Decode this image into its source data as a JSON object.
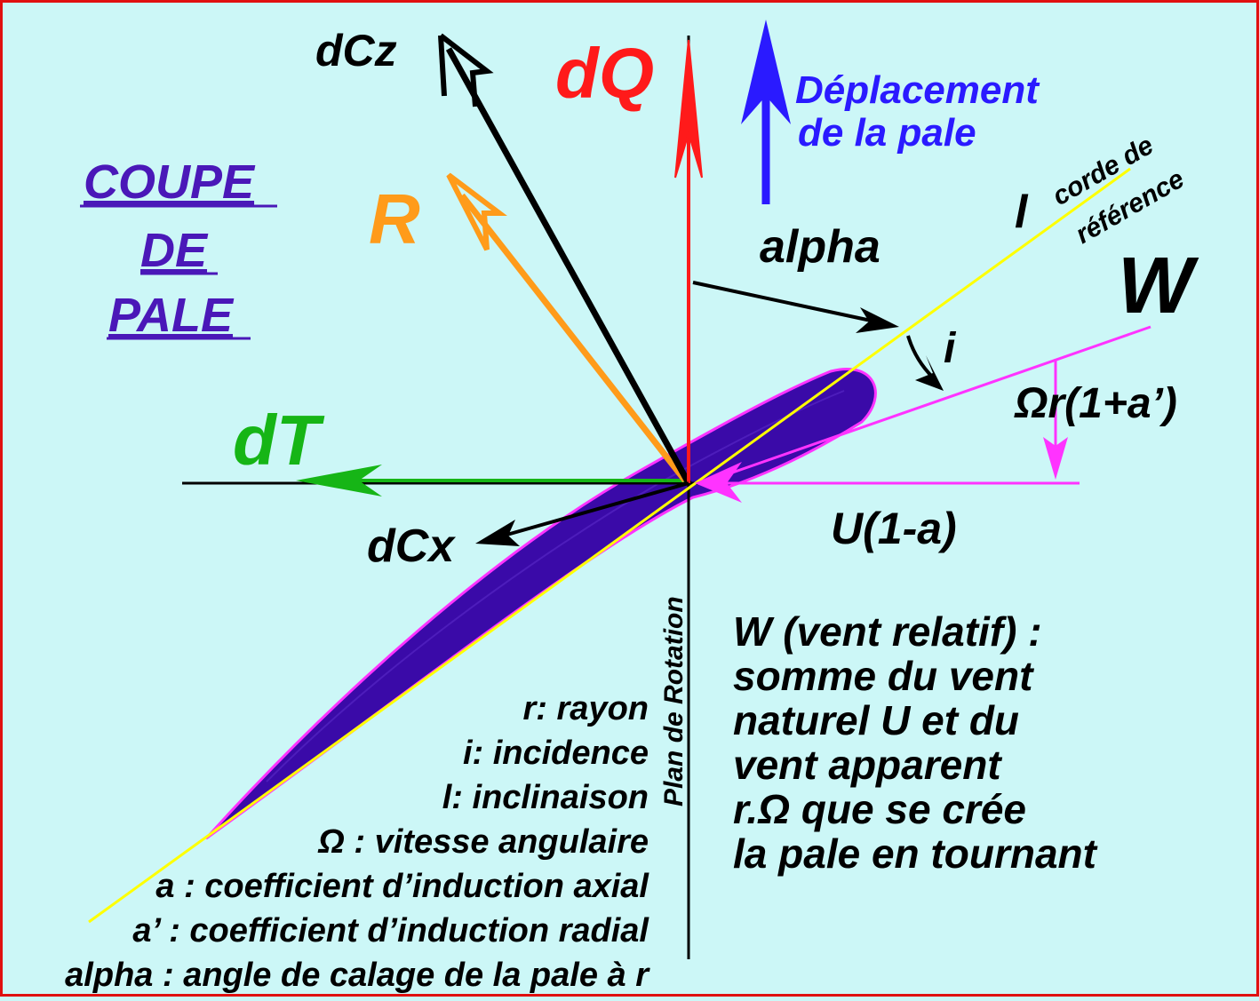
{
  "labels": {
    "dCz": "dCz",
    "dQ": "dQ",
    "deplacement_line1": "Déplacement",
    "deplacement_line2": "de la pale",
    "coupe": "COUPE",
    "de": "DE",
    "pale": "PALE",
    "R": "R",
    "alpha": "alpha",
    "l": "l",
    "corde_line1": "corde de",
    "corde_line2": "référence",
    "W": "W",
    "i": "i",
    "omega_r": "Ωr(1+a’)",
    "dT": "dT",
    "U": "U(1-a)",
    "dCx": "dCx",
    "plan": "Plan de Rotation"
  },
  "legend": [
    "r: rayon",
    "i: incidence",
    "l: inclinaison",
    "Ω : vitesse angulaire",
    "a : coefficient d’induction axial",
    "a’ : coefficient d’induction radial",
    "alpha : angle de calage de la pale à r"
  ],
  "explanation": [
    "W (vent relatif) :",
    "somme du vent",
    "naturel U et du",
    "vent apparent",
    "r.Ω que se crée",
    "la pale en tournant"
  ],
  "colors": {
    "background": "#ccf7f7",
    "border": "#e01010",
    "blade": "#3a0aa8",
    "blade_edge": "#ff33ff",
    "chord": "#ffff00",
    "wind": "#ff33ff",
    "dQ": "#ff1a1a",
    "R": "#ff9b1a",
    "dT": "#16b516",
    "displacement": "#2a1aff",
    "title": "#4a18b8"
  }
}
